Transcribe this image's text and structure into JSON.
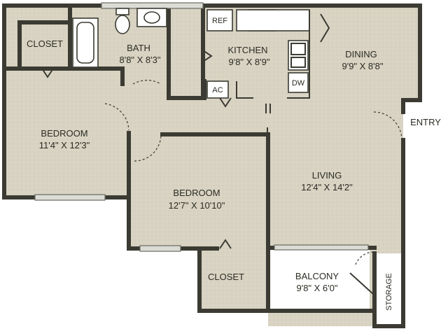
{
  "plan": {
    "rooms": {
      "closet_top": "CLOSET",
      "bath": {
        "name": "BATH",
        "dims": "8'8\" X 8'3\""
      },
      "kitchen": {
        "name": "KITCHEN",
        "dims": "9'8\" X 8'9\""
      },
      "dining": {
        "name": "DINING",
        "dims": "9'9\" X 8'8\""
      },
      "bedroom1": {
        "name": "BEDROOM",
        "dims": "11'4\" X 12'3\""
      },
      "bedroom2": {
        "name": "BEDROOM",
        "dims": "12'7\" X 10'10\""
      },
      "living": {
        "name": "LIVING",
        "dims": "12'4\" X 14'2\""
      },
      "closet_bottom": "CLOSET",
      "balcony": {
        "name": "BALCONY",
        "dims": "9'8\" X 6'0\""
      },
      "storage": "STORAGE"
    },
    "fixtures": {
      "ref": "REF",
      "ac": "AC",
      "dw": "DW"
    },
    "entry": "ENTRY",
    "colors": {
      "floor": "#d8d3c2",
      "wall": "#3b3b33",
      "text": "#2b2b24"
    }
  }
}
